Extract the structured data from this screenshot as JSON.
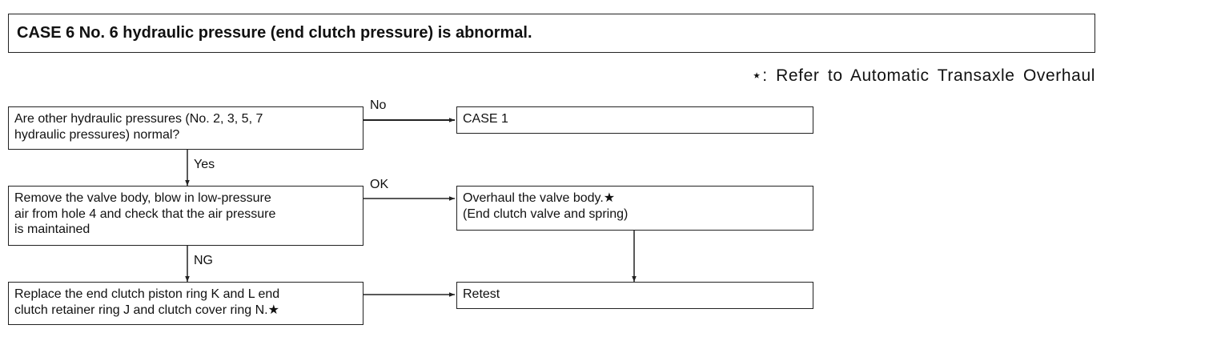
{
  "title": "CASE 6 No. 6 hydraulic pressure (end clutch pressure) is abnormal.",
  "legend": "⋆:  Refer to Automatic Transaxle Overhaul",
  "boxes": {
    "q1": [
      "Are other hydraulic pressures (No. 2, 3, 5, 7",
      "hydraulic pressures) normal?"
    ],
    "case1": [
      "CASE 1"
    ],
    "q2": [
      "Remove the valve body, blow in low-pressure",
      "air from hole 4 and check that the air pressure",
      "is maintained"
    ],
    "overhaul": [
      "Overhaul the valve body.★",
      "(End clutch valve and spring)"
    ],
    "replace": [
      "Replace the end clutch piston ring K and L end",
      "clutch retainer ring J and clutch cover ring N.★"
    ],
    "retest": [
      "Retest"
    ]
  },
  "labels": {
    "no": "No",
    "yes": "Yes",
    "ok": "OK",
    "ng": "NG"
  }
}
